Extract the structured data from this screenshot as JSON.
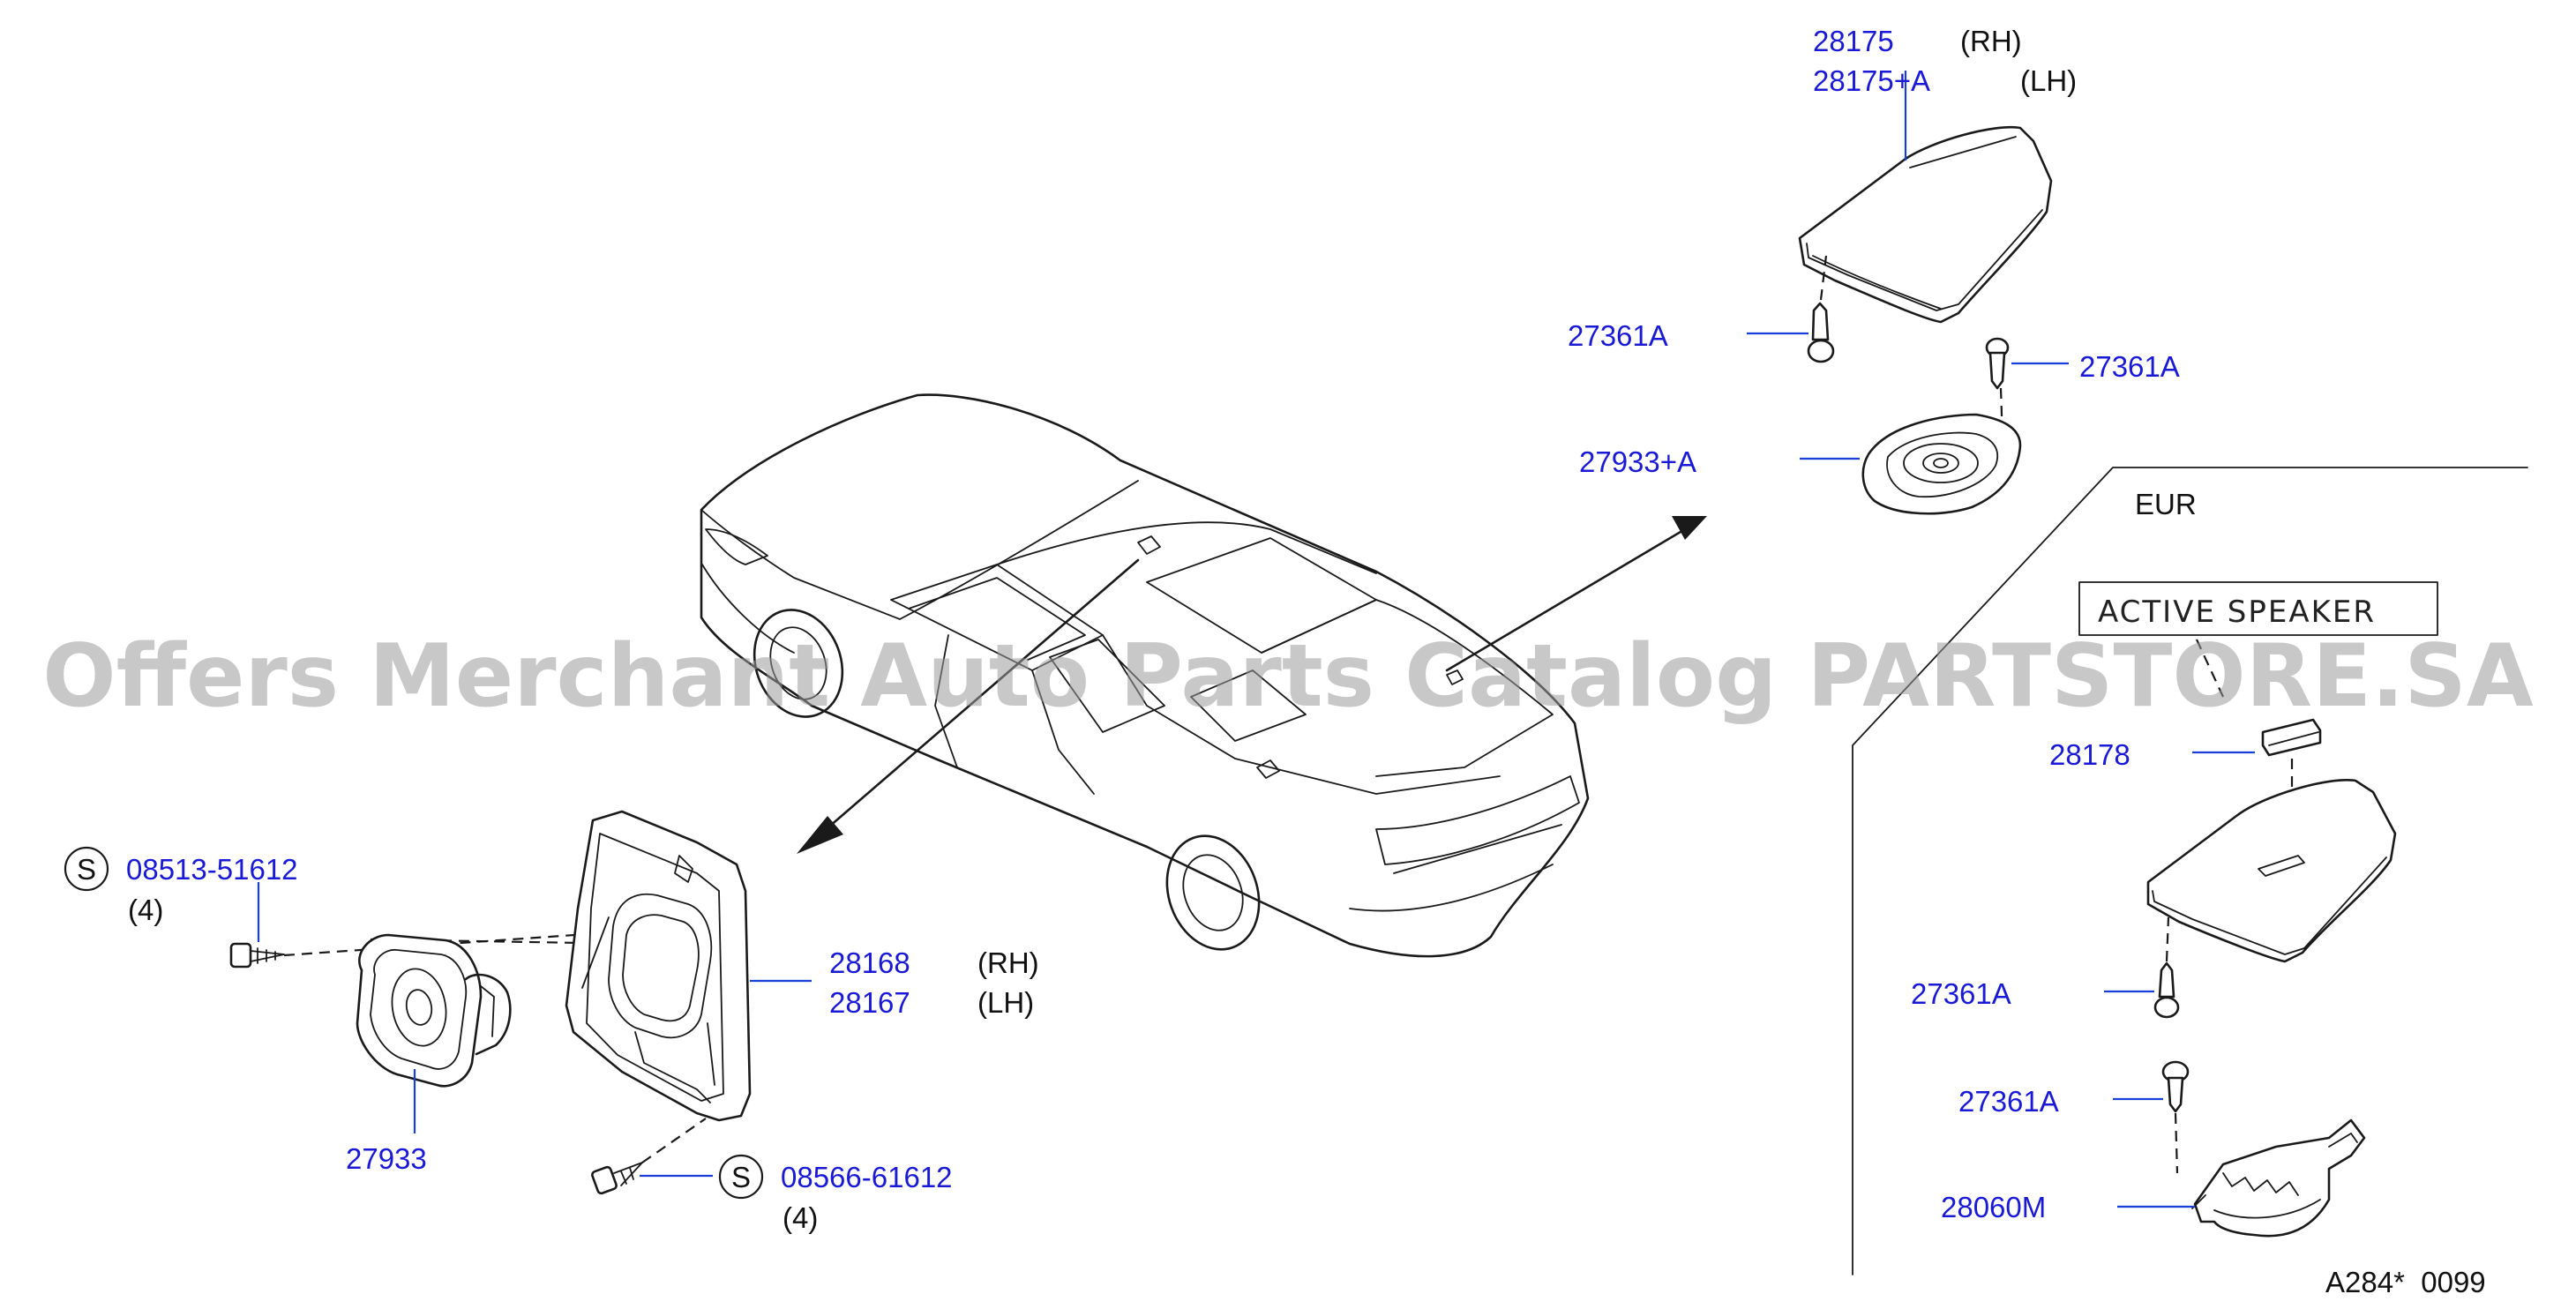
{
  "diagram": {
    "watermark": "Offers Merchant Auto Parts Catalog PARTSTORE.SA",
    "region_label": "EUR",
    "sticker_label": "ACTIVE SPEAKER",
    "footer_code": "A284*  0099",
    "symbol_s": "S",
    "parts": {
      "p28175": "28175",
      "p28175_side": "(RH)",
      "p28175a": "28175+A",
      "p28175a_side": "(LH)",
      "p27361a_left": "27361A",
      "p27361a_right": "27361A",
      "p27933a": "27933+A",
      "p28168": "28168",
      "p28168_side": "(RH)",
      "p28167": "28167",
      "p28167_side": "(LH)",
      "p08513": "08513-51612",
      "p08513_qty": "(4)",
      "p08566": "08566-61612",
      "p08566_qty": "(4)",
      "p27933": "27933",
      "p28178": "28178",
      "p27361a_eur1": "27361A",
      "p27361a_eur2": "27361A",
      "p28060m": "28060M"
    }
  }
}
